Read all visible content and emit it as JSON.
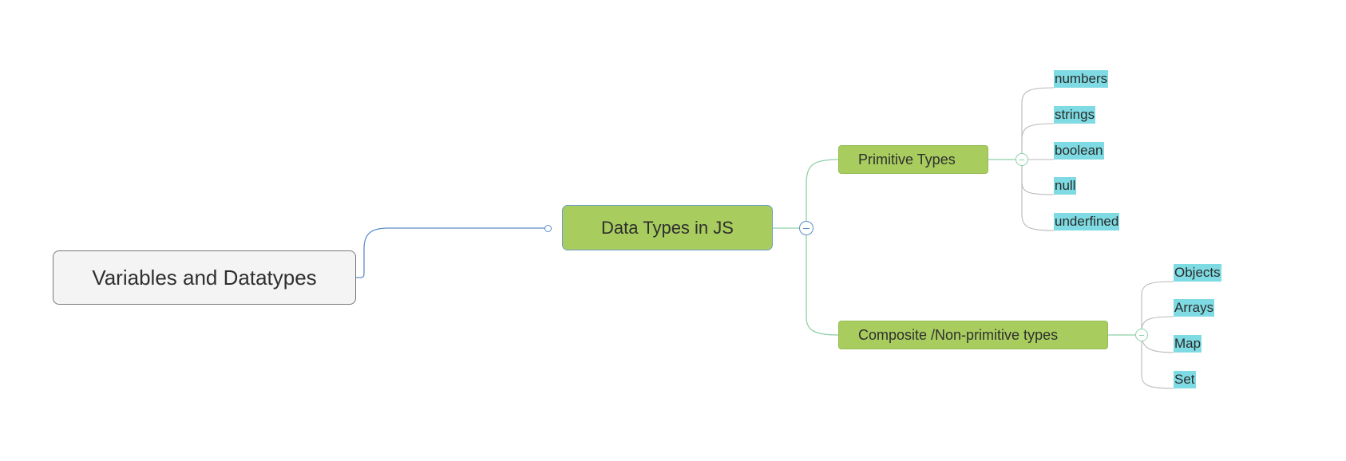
{
  "root": {
    "label": "Variables and Datatypes"
  },
  "main": {
    "label": "Data Types in JS"
  },
  "branches": [
    {
      "label": "Primitive Types",
      "children": [
        "numbers",
        "strings",
        "boolean",
        "null",
        "underfined"
      ]
    },
    {
      "label": "Composite /Non-primitive types",
      "children": [
        "Objects",
        "Arrays",
        "Map",
        "Set"
      ]
    }
  ],
  "colors": {
    "root_fill": "#f4f4f4",
    "topic_fill": "#a8cd5e",
    "leaf_highlight": "#7fdbe3",
    "root_connector": "#5b8fc7",
    "branch_connector": "#8fd1a9",
    "leaf_connector": "#b9b9b9"
  }
}
